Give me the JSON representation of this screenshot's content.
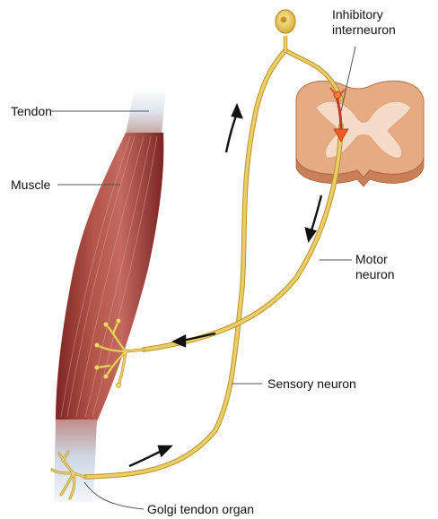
{
  "labels": {
    "tendon": "Tendon",
    "muscle": "Muscle",
    "inhibitory_interneuron": [
      "Inhibitory",
      "interneuron"
    ],
    "motor_neuron": [
      "Motor",
      "neuron"
    ],
    "sensory_neuron": "Sensory neuron",
    "golgi_tendon_organ": "Golgi tendon organ"
  },
  "colors": {
    "background": "#ffffff",
    "muscle_dark": "#8e2f2b",
    "muscle_mid": "#b65048",
    "muscle_light": "#d08a84",
    "tendon": "#dde5ee",
    "nerve": "#e6c457",
    "nerve_outline": "#b8922a",
    "cord_outer": "#e9b48f",
    "cord_gray": "#f2d9c6",
    "cord_edge": "#c9855b",
    "interneuron": "#e8521f",
    "arrow": "#111111",
    "leader_line": "#555555"
  },
  "icons": {
    "arrow": "black-direction-arrow",
    "receptor": "golgi-receptor-branching",
    "endplate": "motor-end-plate-branching"
  }
}
